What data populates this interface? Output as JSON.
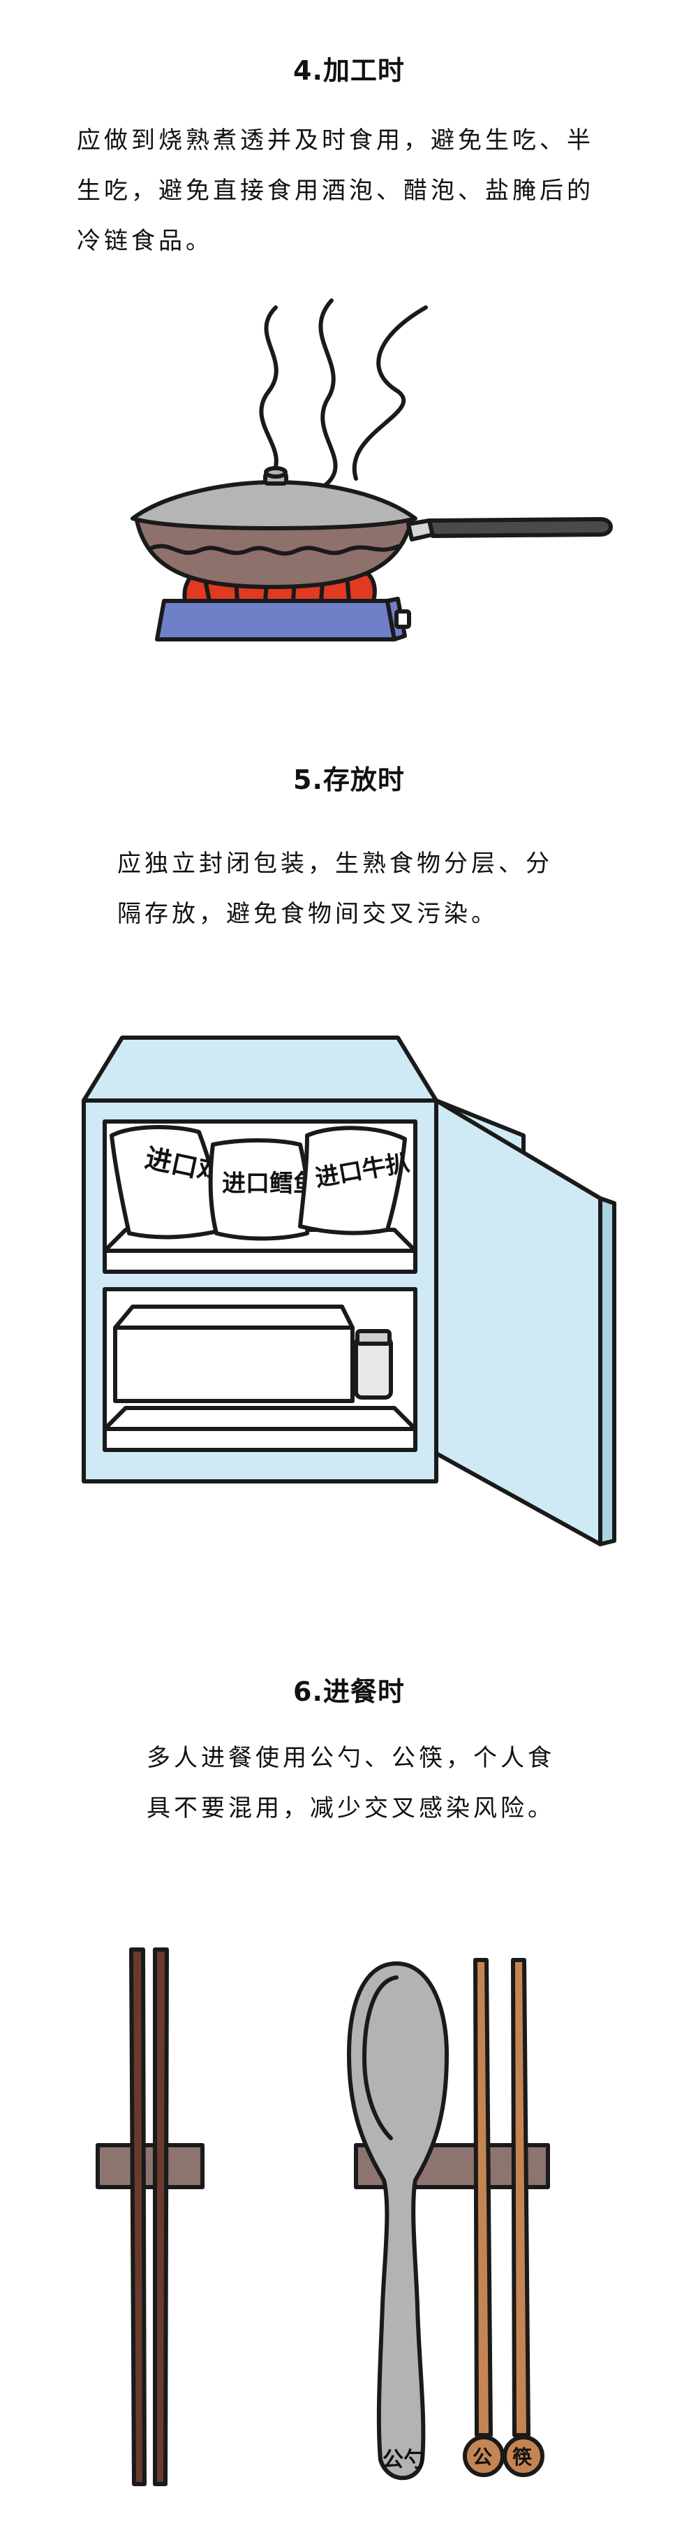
{
  "sections": [
    {
      "heading": "4.加工时",
      "lines": [
        "应做到烧熟煮透并及时食用，避免生吃、半",
        "生吃，避免直接食用酒泡、醋泡、盐腌后的",
        "冷链食品。"
      ]
    },
    {
      "heading": "5.存放时",
      "lines": [
        "应独立封闭包装，生熟食物分层、分",
        "隔存放，避免食物间交叉污染。"
      ]
    },
    {
      "heading": "6.进餐时",
      "lines": [
        "多人进餐使用公勺、公筷，个人食",
        "具不要混用，减少交叉感染风险。"
      ]
    }
  ],
  "fridge": {
    "bag1": "进口鸡翅",
    "bag2": "进口鳕鱼",
    "bag3": "进口牛扒"
  },
  "utensils": {
    "spoon_label": "公勺",
    "chopstick_label_1": "公",
    "chopstick_label_2": "筷"
  },
  "colors": {
    "pan_gray": "#a6a6a6",
    "pan_brown": "#8a6e68",
    "flame_red": "#e03a22",
    "stove_blue": "#6c7dc4",
    "fridge_blue": "#cfeaf4",
    "chopstick_brown": "#6b3a2e",
    "rest_brown": "#8d746f",
    "spoon_gray": "#b3b3b3",
    "copper": "#c58553"
  }
}
